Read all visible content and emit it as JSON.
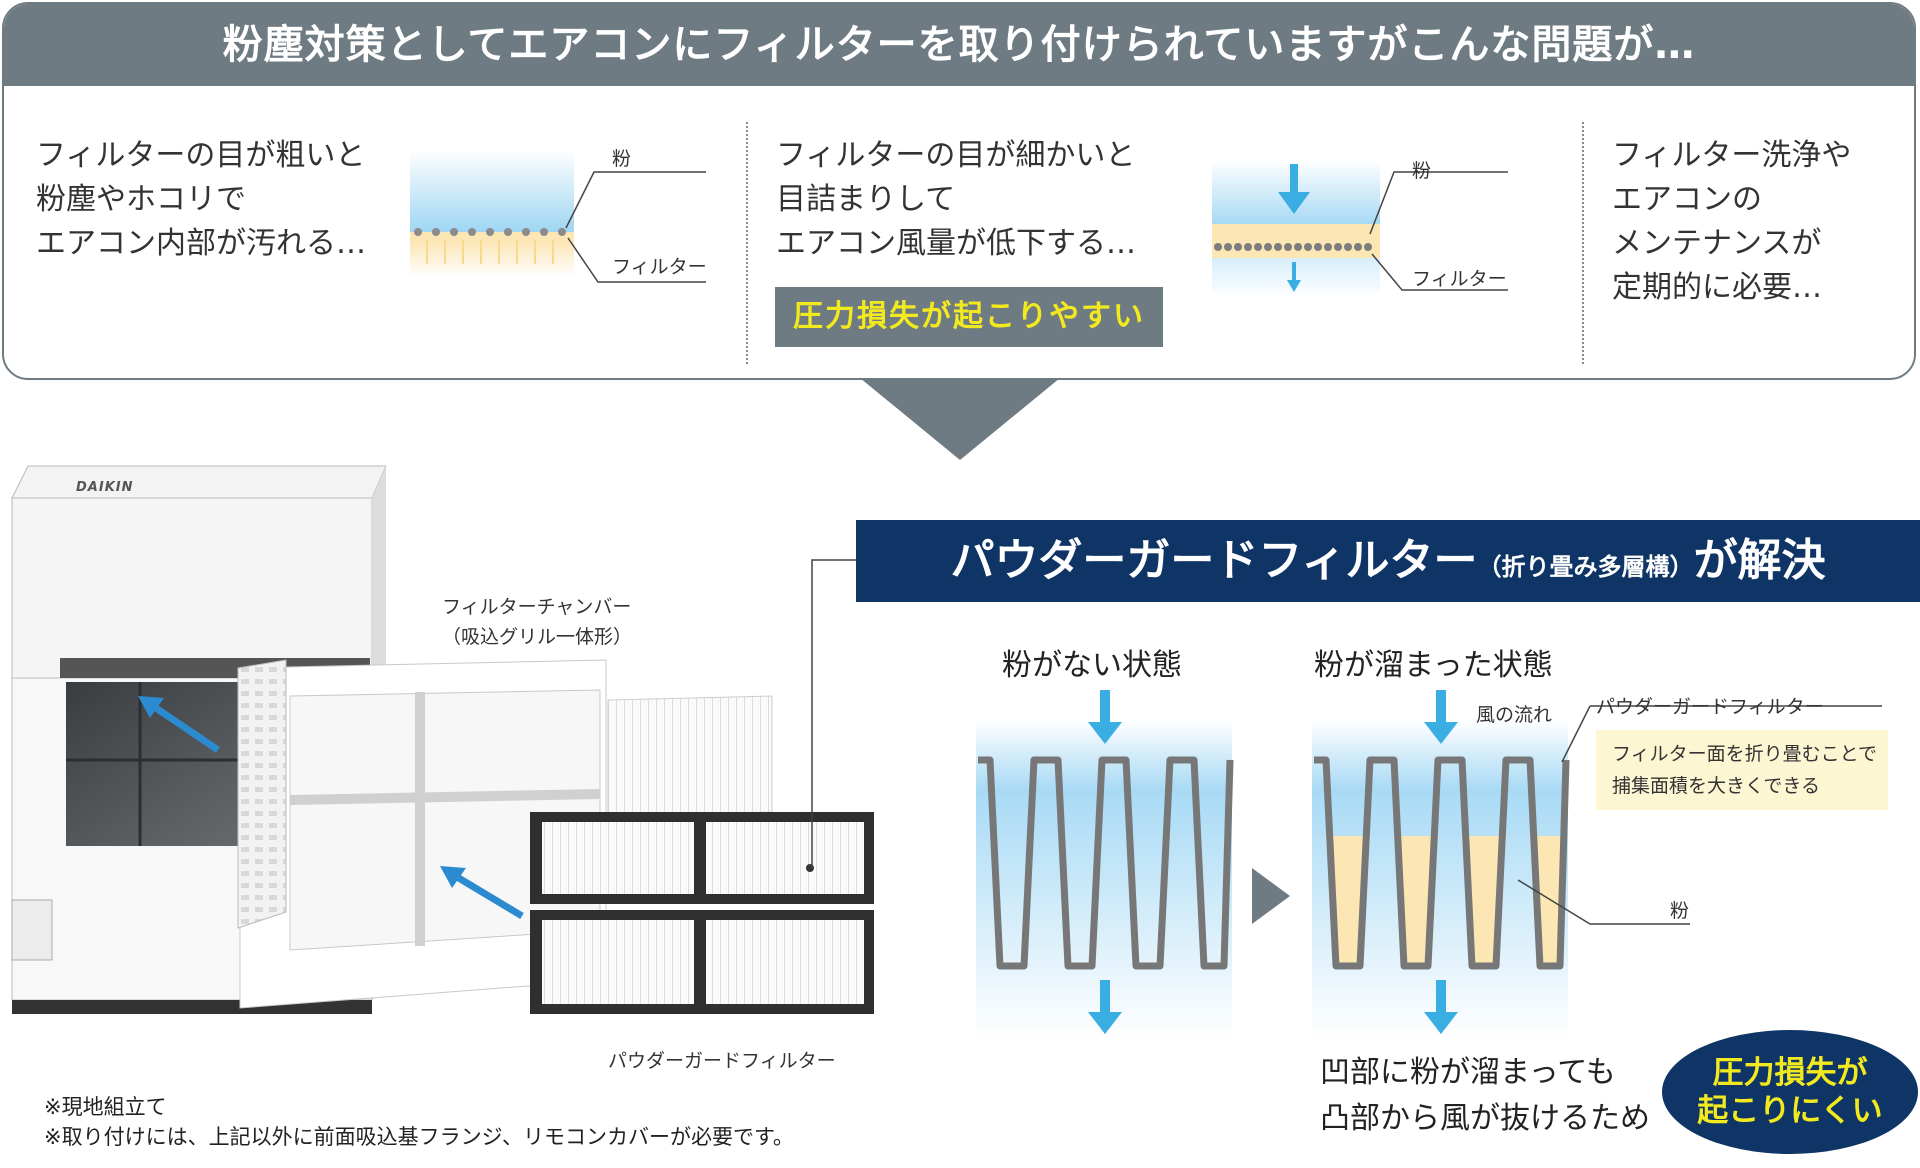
{
  "header": {
    "title": "粉塵対策としてエアコンにフィルターを取り付けられていますがこんな問題が…"
  },
  "problems": [
    {
      "text": "フィルターの目が粗いと\n粉塵やホコリで\nエアコン内部が汚れる…",
      "label_dust": "粉",
      "label_filter": "フィルター"
    },
    {
      "text": "フィルターの目が細かいと\n目詰まりして\nエアコン風量が低下する…",
      "badge": "圧力損失が起こりやすい",
      "label_dust": "粉",
      "label_filter": "フィルター"
    },
    {
      "text": "フィルター洗浄や\nエアコンの\nメンテナンスが\n定期的に必要…"
    }
  ],
  "product": {
    "brand": "DAIKIN",
    "chamber_label": "フィルターチャンバー\n（吸込グリル一体形）",
    "filter_label": "パウダーガードフィルター"
  },
  "solution": {
    "title_main": "パウダーガードフィルター",
    "title_sub": "（折り畳み多層構）",
    "title_end": "が解決",
    "state_clean": "粉がない状態",
    "state_dusty": "粉が溜まった状態",
    "airflow_label": "風の流れ",
    "filter_label": "パウダーガードフィルター",
    "callout": "フィルター面を折り畳むことで\n捕集面積を大きくできる",
    "dust_label": "粉",
    "result": "凹部に粉が溜まっても\n凸部から風が抜けるため",
    "highlight": "圧力損失が\n起こりにくい"
  },
  "notes": "※現地組立て\n※取り付けには、上記以外に前面吸込基フランジ、リモコンカバーが必要です。",
  "colors": {
    "header_gray": "#6e7b83",
    "navy": "#0f3566",
    "yellow_text": "#f2ea1e",
    "air_blue": "#3aaee2",
    "dust_beige": "#fbe6b4"
  }
}
